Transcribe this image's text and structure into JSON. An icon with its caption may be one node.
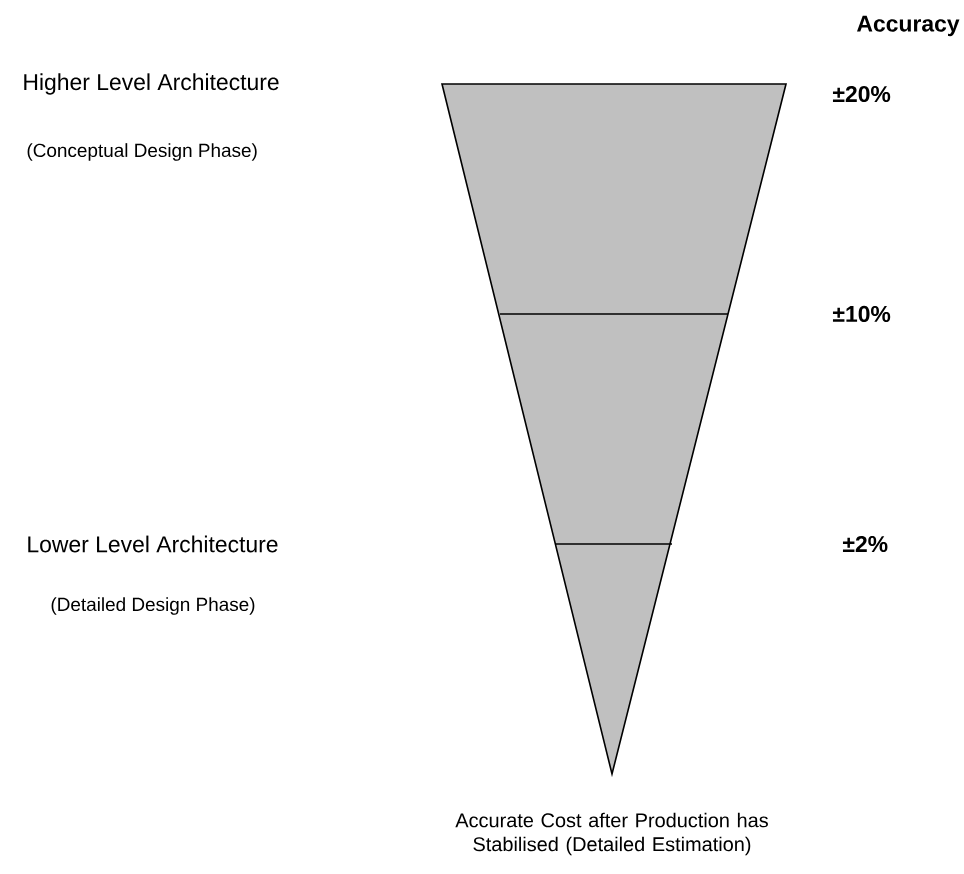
{
  "diagram": {
    "labels": [
      "Accuracy",
      "Higher Level Architecture",
      "±20%",
      "(Conceptual Design Phase)",
      "±10%",
      "Lower Level Architecture",
      "±2%",
      "(Detailed Design Phase)",
      "Accurate Cost after Production has Stabilised (Detailed Estimation)"
    ]
  }
}
